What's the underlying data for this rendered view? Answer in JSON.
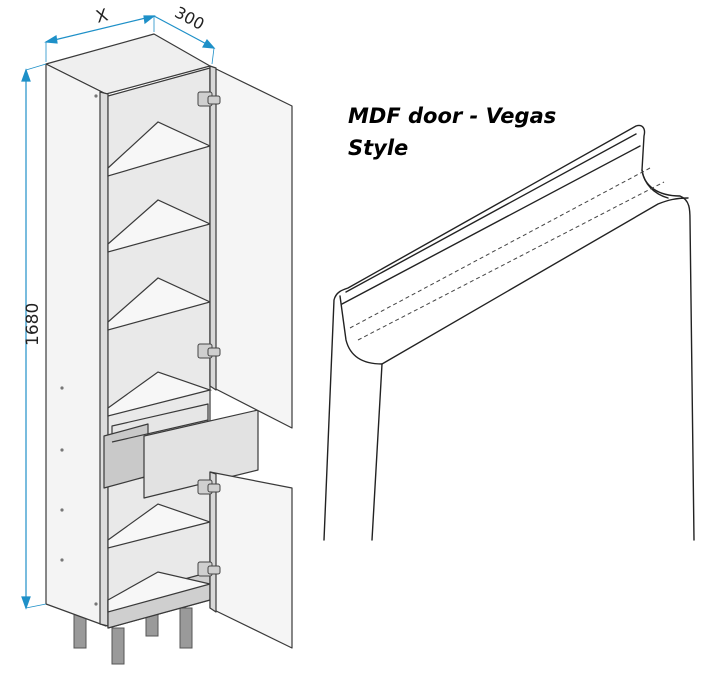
{
  "dimensions": {
    "width_label": "X",
    "depth_label": "300",
    "height_label": "1680"
  },
  "caption": {
    "line1": "MDF door - Vegas",
    "line2": "Style"
  },
  "colors": {
    "line": "#3a3a3a",
    "dimension": "#1e90c8",
    "panel_light": "#f2f2f2",
    "panel_shade": "#d9d9d9",
    "legs": "#8c8c8c"
  }
}
